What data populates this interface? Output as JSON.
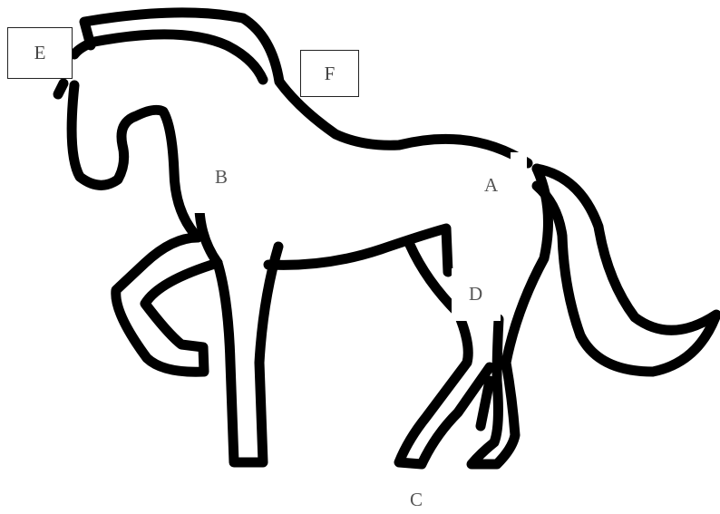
{
  "labels": {
    "a": "A",
    "b": "B",
    "c": "C",
    "d": "D",
    "e": "E",
    "f": "F"
  },
  "colors": {
    "outline": "#000000",
    "label_text": "#555555",
    "box_border": "#222222",
    "background": "#ffffff"
  }
}
